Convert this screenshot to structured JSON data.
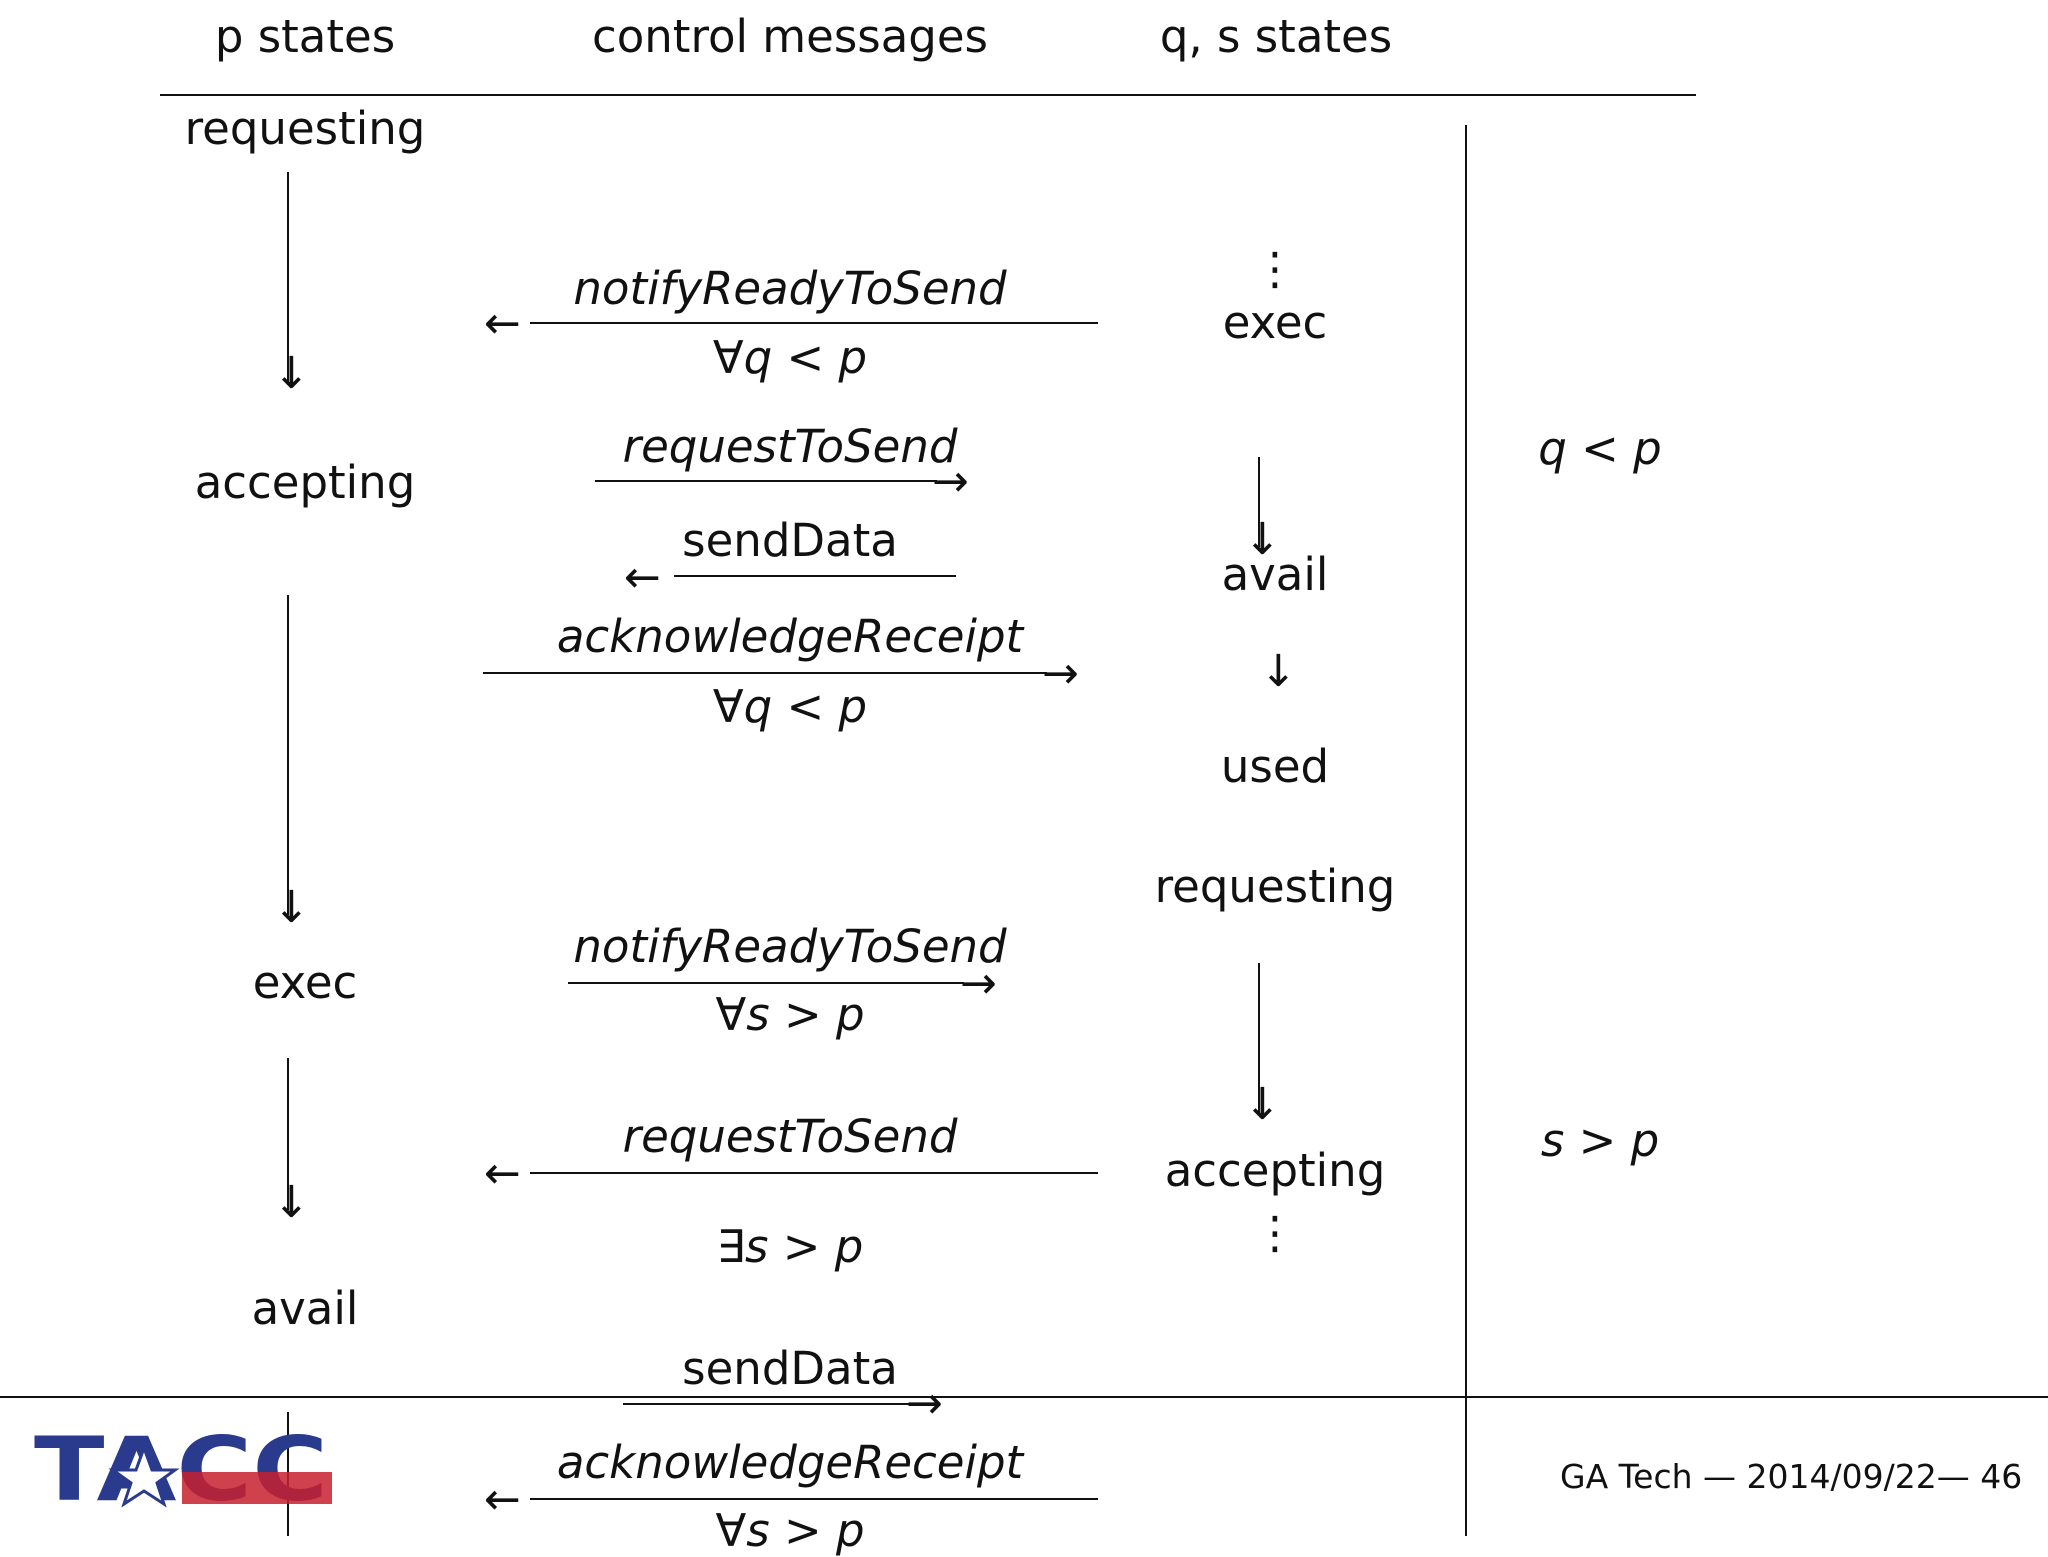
{
  "headers": {
    "p_states": "p states",
    "control_messages": "control messages",
    "qs_states": "q, s states"
  },
  "p_column": [
    "requesting",
    "accepting",
    "exec",
    "avail"
  ],
  "qs_column": {
    "top_ellipsis": "⋮",
    "exec": "exec",
    "avail": "avail",
    "used": "used",
    "requesting": "requesting",
    "accepting": "accepting",
    "bottom_ellipsis": "⋮"
  },
  "messages": [
    {
      "name": "notifyReadyToSend",
      "condition": "∀q < p",
      "direction": "left"
    },
    {
      "name": "requestToSend",
      "condition": "",
      "direction": "right"
    },
    {
      "name": "sendData",
      "condition": "",
      "direction": "left"
    },
    {
      "name": "acknowledgeReceipt",
      "condition": "∀q < p",
      "direction": "right"
    },
    {
      "name": "notifyReadyToSend",
      "condition": "∀s > p",
      "direction": "right"
    },
    {
      "name": "requestToSend",
      "condition": "∃s > p",
      "direction": "left"
    },
    {
      "name": "sendData",
      "condition": "",
      "direction": "right"
    },
    {
      "name": "acknowledgeReceipt",
      "condition": "∀s > p",
      "direction": "left"
    }
  ],
  "regions": {
    "upper": "q < p",
    "lower": "s > p"
  },
  "footer": {
    "logo_text": "TACC",
    "text": "GA Tech — 2014/09/22— 46",
    "colors": {
      "blue": "#2a3a8c",
      "red": "#c8202f"
    }
  }
}
